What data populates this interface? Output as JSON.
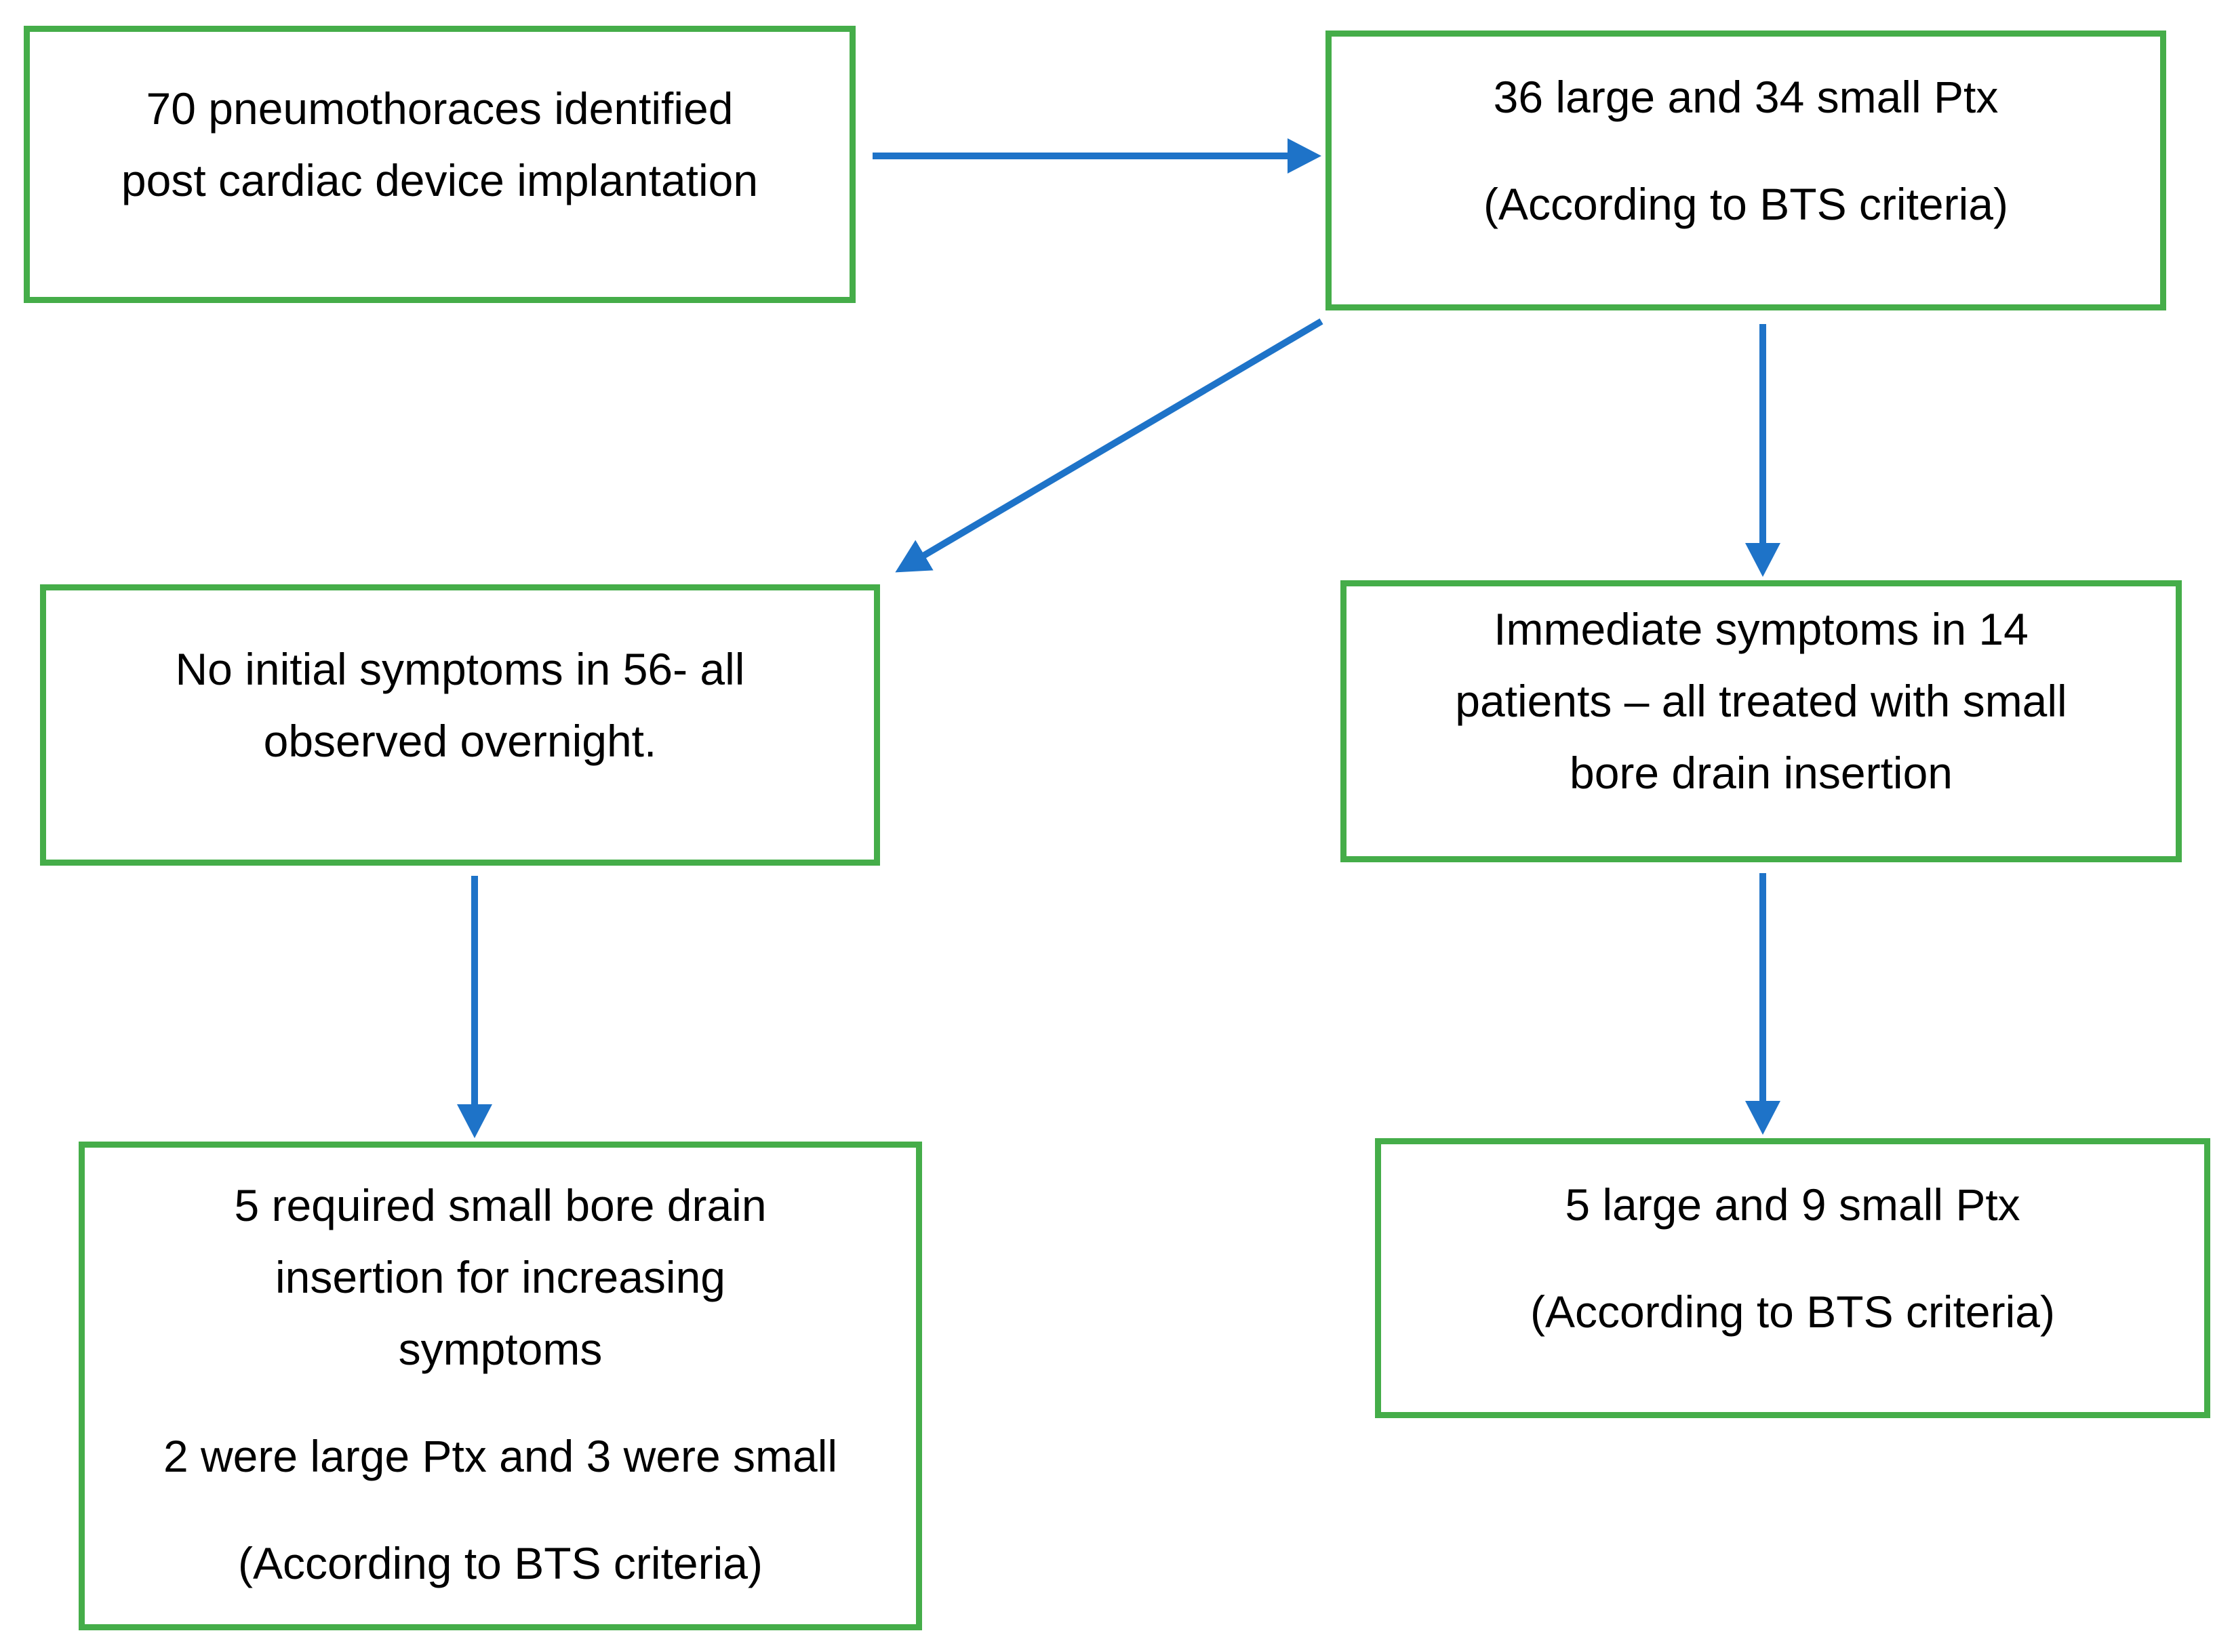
{
  "colors": {
    "box_border": "#45ad49",
    "arrow": "#1e73c8",
    "text": "#000000",
    "background": "#ffffff"
  },
  "boxes": {
    "identified": {
      "lines": [
        "70 pneumothoraces identified",
        "post cardiac device implantation"
      ]
    },
    "classification": {
      "p1": "36 large and 34 small Ptx",
      "p2": "(According to BTS criteria)"
    },
    "no_symptoms": {
      "lines": [
        "No initial symptoms in 56- all",
        "observed overnight."
      ]
    },
    "immediate_symptoms": {
      "lines": [
        "Immediate symptoms in 14",
        "patients – all treated with small",
        "bore drain insertion"
      ]
    },
    "delayed_drain": {
      "p1_lines": [
        "5 required small bore drain",
        "insertion for increasing",
        "symptoms"
      ],
      "p2": "2 were large Ptx and 3 were small",
      "p3": "(According to BTS criteria)"
    },
    "drain_classification": {
      "p1": "5 large and 9 small Ptx",
      "p2": "(According to BTS criteria)"
    }
  },
  "arrows": [
    {
      "from": "identified",
      "to": "classification",
      "direction": "right"
    },
    {
      "from": "classification",
      "to": "no_symptoms",
      "direction": "down-left"
    },
    {
      "from": "classification",
      "to": "immediate_symptoms",
      "direction": "down"
    },
    {
      "from": "no_symptoms",
      "to": "delayed_drain",
      "direction": "down"
    },
    {
      "from": "immediate_symptoms",
      "to": "drain_classification",
      "direction": "down"
    }
  ]
}
